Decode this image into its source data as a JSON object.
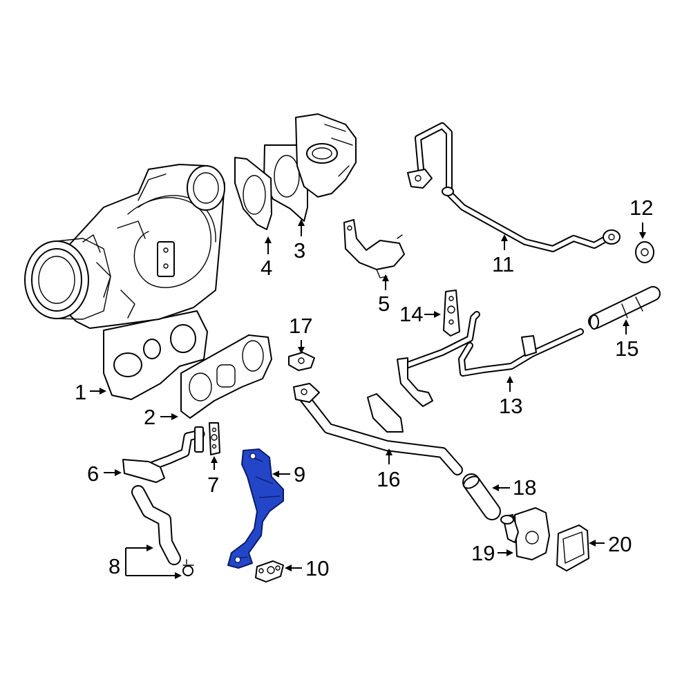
{
  "callouts": {
    "c1": "1",
    "c2": "2",
    "c3": "3",
    "c4": "4",
    "c5": "5",
    "c6": "6",
    "c7": "7",
    "c8": "8",
    "c9": "9",
    "c10": "10",
    "c11": "11",
    "c12": "12",
    "c13": "13",
    "c14": "14",
    "c15": "15",
    "c16": "16",
    "c17": "17",
    "c18": "18",
    "c19": "19",
    "c20": "20"
  },
  "highlight": {
    "part": "9",
    "color": "#2346c8"
  }
}
